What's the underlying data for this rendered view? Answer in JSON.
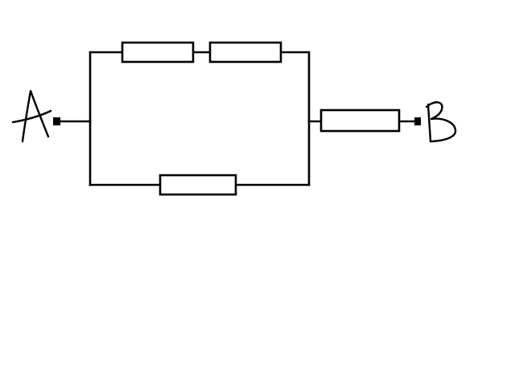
{
  "diagram": {
    "terminals": [
      {
        "id": "A",
        "label": "A"
      },
      {
        "id": "B",
        "label": "B"
      }
    ],
    "resistors": [
      {
        "id": "R1",
        "branch": "upper",
        "position": "left"
      },
      {
        "id": "R2",
        "branch": "upper",
        "position": "right"
      },
      {
        "id": "R3",
        "branch": "lower"
      },
      {
        "id": "R4",
        "branch": "series",
        "position": "toward B"
      }
    ],
    "colors": {
      "line": "#000000",
      "background": "#ffffff"
    }
  }
}
